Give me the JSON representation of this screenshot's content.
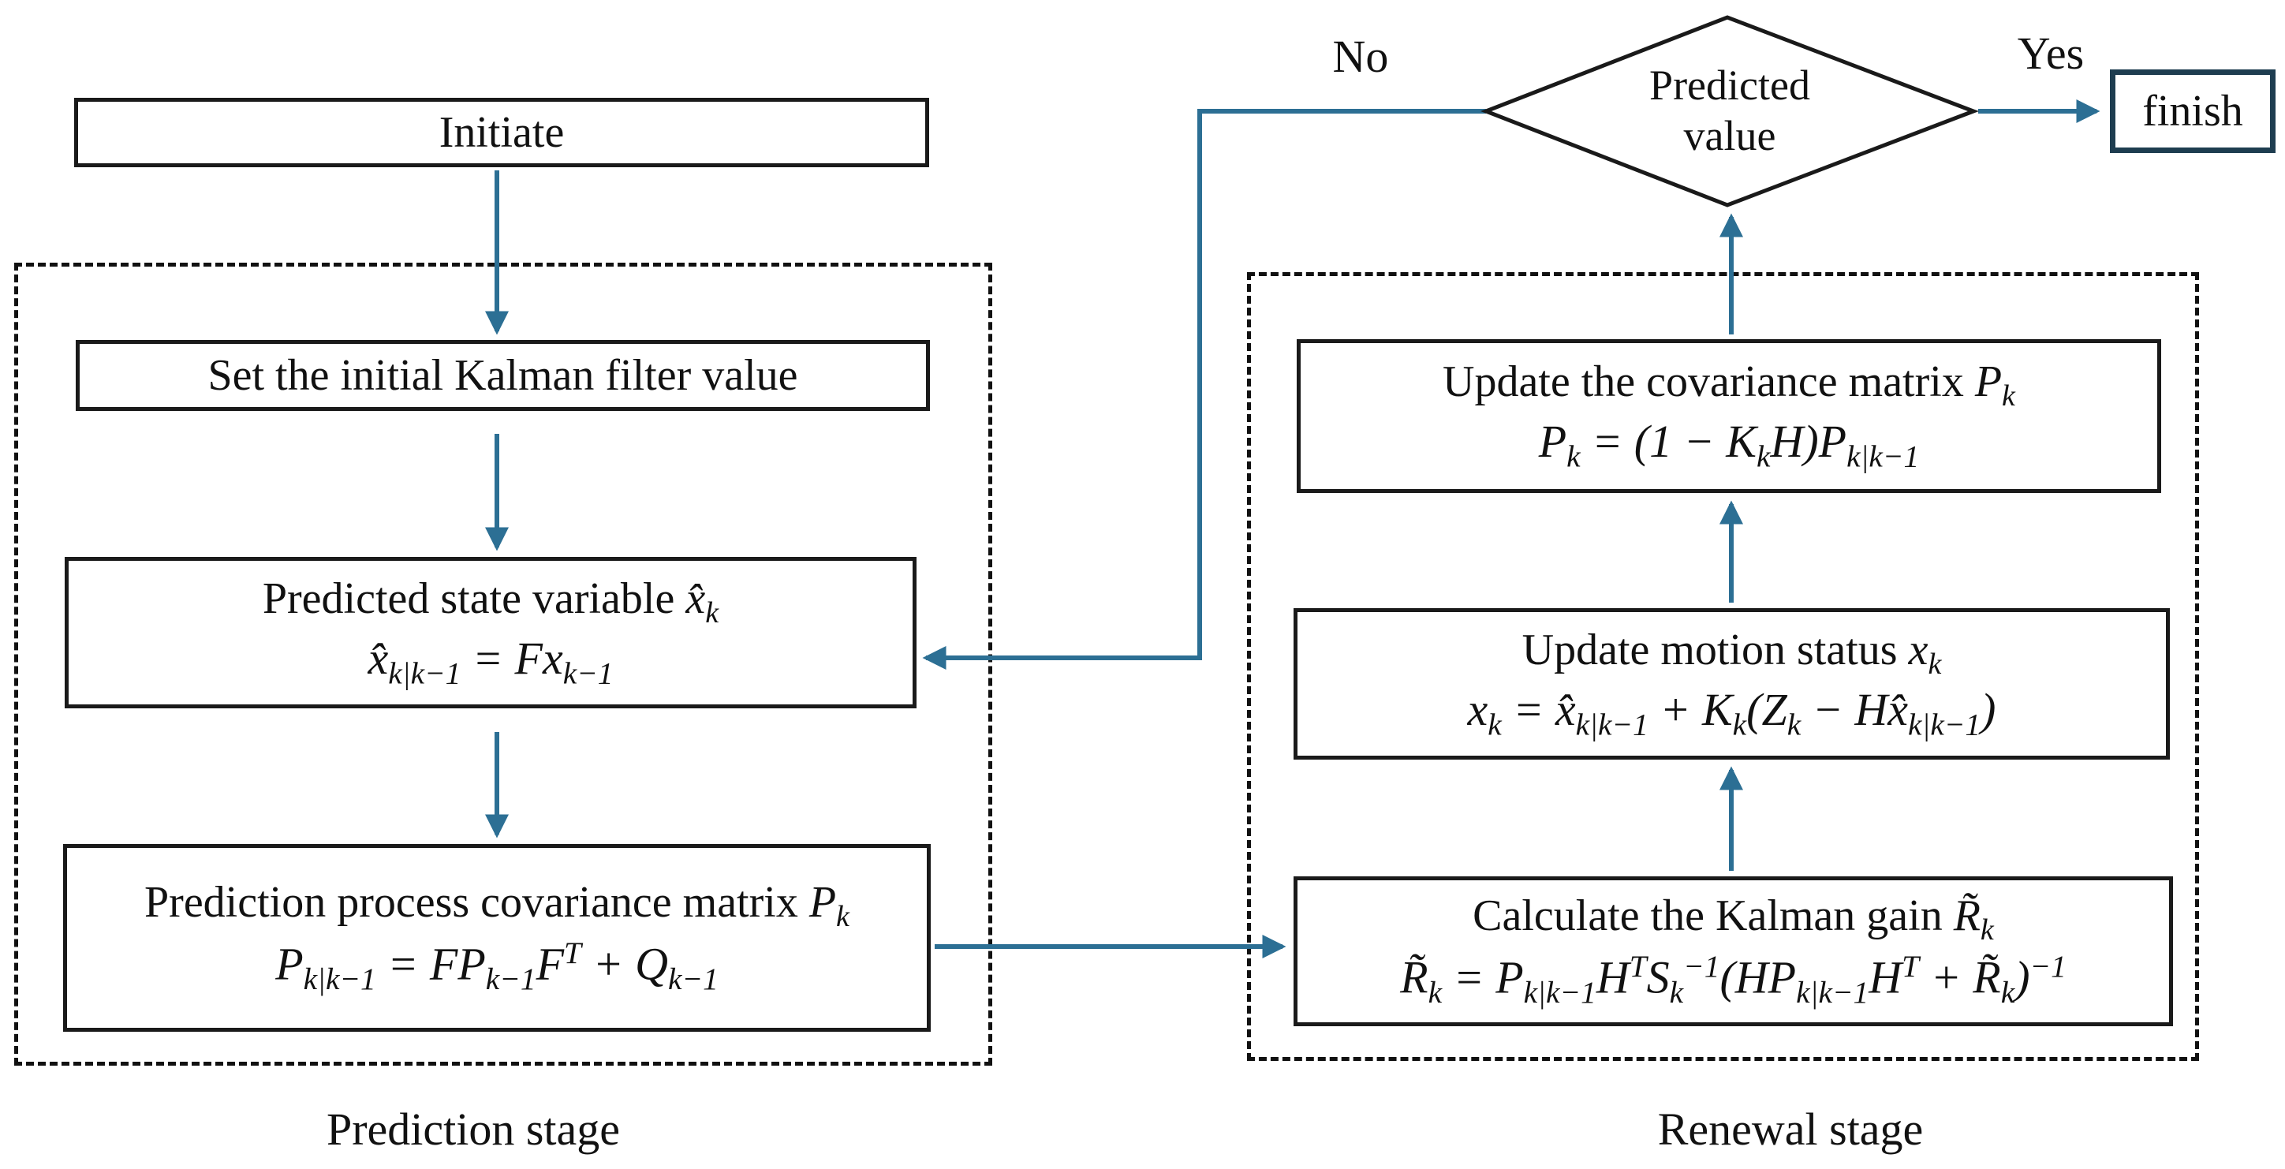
{
  "diagram": {
    "colors": {
      "arrow": "#2c6f94",
      "box_border": "#1a1a1a",
      "finish_border": "#1e3d50",
      "dashed_border": "#111111",
      "text": "#111111"
    },
    "nodes": {
      "initiate": {
        "label": "Initiate"
      },
      "set_initial": {
        "label": "Set the initial Kalman filter value"
      },
      "predicted_state": {
        "title_html": "Predicted state variable <i>x̂<sub>k</sub></i>",
        "formula_html": "x̂<sub>k|k−1</sub> = Fx<sub>k−1</sub>"
      },
      "prediction_covariance": {
        "title_html": "Prediction process covariance matrix <i>P<sub>k</sub></i>",
        "formula_html": "P<sub>k|k−1</sub> = FP<sub>k−1</sub>F<sup>T</sup> + Q<sub>k−1</sub>"
      },
      "update_covariance": {
        "title_html": "Update the covariance matrix <i>P<sub>k</sub></i>",
        "formula_html": "P<sub>k</sub> = (1 − K<sub>k</sub>H)P<sub>k|k−1</sub>"
      },
      "update_motion": {
        "title_html": "Update motion status <i>x<sub>k</sub></i>",
        "formula_html": "x<sub>k</sub> = x̂<sub>k|k−1</sub> + K<sub>k</sub>(Z<sub>k</sub> − Hx̂<sub>k|k−1</sub>)"
      },
      "kalman_gain": {
        "title_html": "Calculate the Kalman gain <i>R̃<sub>k</sub></i>",
        "formula_html": "R̃<sub>k</sub> = P<sub>k|k−1</sub>H<sup>T</sup>S<sub>k</sub><sup>−1</sup>(HP<sub>k|k−1</sub>H<sup>T</sup> + R̃<sub>k</sub>)<sup>−1</sup>"
      },
      "decision": {
        "line1": "Predicted",
        "line2": "value"
      },
      "finish": {
        "label": "finish"
      }
    },
    "edges": {
      "no_label": "No",
      "yes_label": "Yes"
    },
    "stages": {
      "prediction_label": "Prediction stage",
      "renewal_label": "Renewal stage"
    }
  }
}
